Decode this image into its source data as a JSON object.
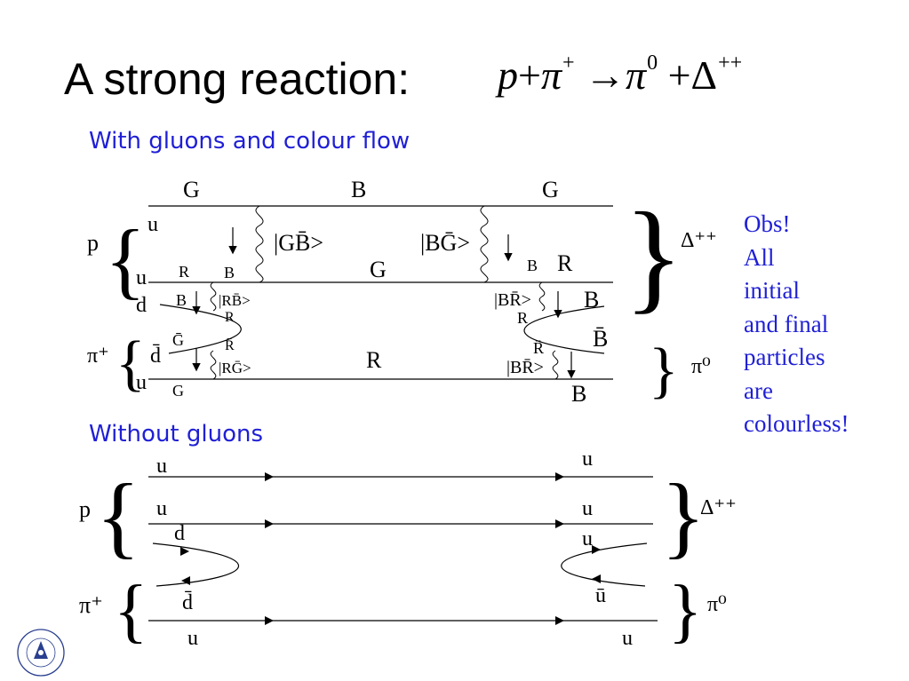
{
  "slide": {
    "title": "A strong reaction:",
    "equation": {
      "p": "p",
      "plus": "+",
      "pi_plus": "π",
      "arrow": "→",
      "pi_zero": "π",
      "delta": "Δ",
      "sup_plus": "+",
      "sup_zero": "0",
      "sup_plusplus": "++"
    },
    "section_gluons": "With gluons and colour flow",
    "section_no_gluons": "Without gluons",
    "note_lines": [
      "Obs!",
      "All",
      "initial",
      "and final",
      "particles",
      "are",
      "colourless!"
    ]
  },
  "diagram_gluons": {
    "top_colors": [
      "G",
      "B",
      "G"
    ],
    "left_quarks": [
      "u",
      "u",
      "d"
    ],
    "pion_quarks": [
      "d̄",
      "u"
    ],
    "proton_label": "p",
    "pion_label": "π⁺",
    "delta_label": "Δ⁺⁺",
    "pi0_label": "π⁰",
    "gluon_label_1": "|GB̄>",
    "gluon_label_2": "|BḠ>",
    "gluon_label_3": "|RB̄>",
    "gluon_label_4": "|RḠ>",
    "gluon_label_5": "|BR̄>",
    "gluon_label_6": "|BR̄>",
    "color_R": "R",
    "color_B": "B",
    "color_G": "G",
    "color_Bbar": "B̄",
    "color_Gbar": "Ḡ",
    "color_Rbar": "R̄",
    "mid_color_G": "G",
    "mid_color_R": "R"
  },
  "diagram_no_gluons": {
    "proton_label": "p",
    "pion_label": "π⁺",
    "delta_label": "Δ⁺⁺",
    "pi0_label": "π⁰",
    "left_quarks": [
      "u",
      "u",
      "d",
      "d̄",
      "u"
    ],
    "right_quarks": [
      "u",
      "u",
      "u",
      "ū",
      "u"
    ]
  },
  "colors": {
    "accent_blue": "#1f1fd6",
    "ink": "#000000"
  }
}
